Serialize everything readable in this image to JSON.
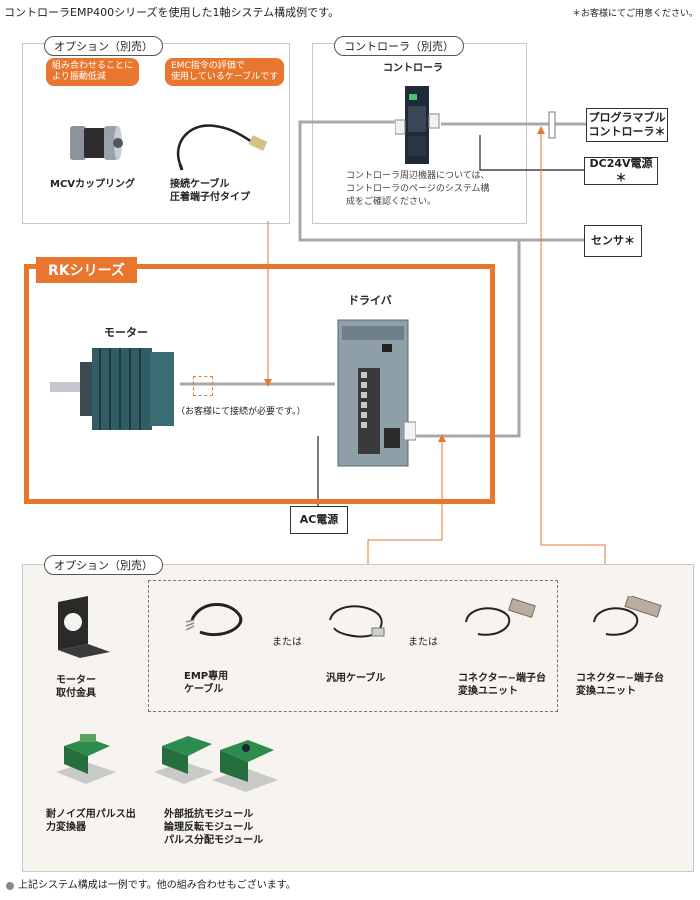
{
  "header": {
    "title": "コントローラEMP400シリーズを使用した1軸システム構成例です。",
    "note": "＊お客様にてご用意ください。"
  },
  "option_top": {
    "label": "オプション（別売）",
    "badge_left": [
      "組み合わせることに",
      "より振動低減"
    ],
    "badge_right": [
      "EMC指令の評価で",
      "使用しているケーブルです"
    ],
    "mcv_label": "MCVカップリング",
    "cable_label": [
      "接続ケーブル",
      "圧着端子付タイプ"
    ]
  },
  "controller_panel": {
    "label": "コントローラ（別売）",
    "title": "コントローラ",
    "note": [
      "コントローラ周辺機器については、",
      "コントローラのページのシステム構",
      "成をご確認ください。"
    ]
  },
  "external_boxes": {
    "programmable": [
      "プログラマブル",
      "コントローラ＊"
    ],
    "dc24v": "DC24V電源＊",
    "sensor": "センサ＊",
    "ac": "AC電源"
  },
  "rk": {
    "label": "RKシリーズ",
    "motor_label": "モーター",
    "driver_label": "ドライバ",
    "connection_note": "（お客様にて接続が必要です。）"
  },
  "option_bottom": {
    "label": "オプション（別売）",
    "items": {
      "bracket": [
        "モーター",
        "取付金具"
      ],
      "emp_cable": [
        "EMP専用",
        "ケーブル"
      ],
      "or": "または",
      "generic_cable": "汎用ケーブル",
      "terminal_unit": [
        "コネクター−端子台",
        "変換ユニット"
      ],
      "terminal_unit2": [
        "コネクター−端子台",
        "変換ユニット"
      ],
      "pulse_converter": [
        "耐ノイズ用パルス出",
        "力変換器"
      ],
      "modules": [
        "外部抵抗モジュール",
        "論理反転モジュール",
        "パルス分配モジュール"
      ]
    }
  },
  "footer": {
    "note": "上記システム構成は一例です。他の組み合わせもございます。"
  },
  "colors": {
    "accent": "#e8762e",
    "line_gray": "#a8a8a8",
    "panel_border": "#c8c8c8"
  }
}
